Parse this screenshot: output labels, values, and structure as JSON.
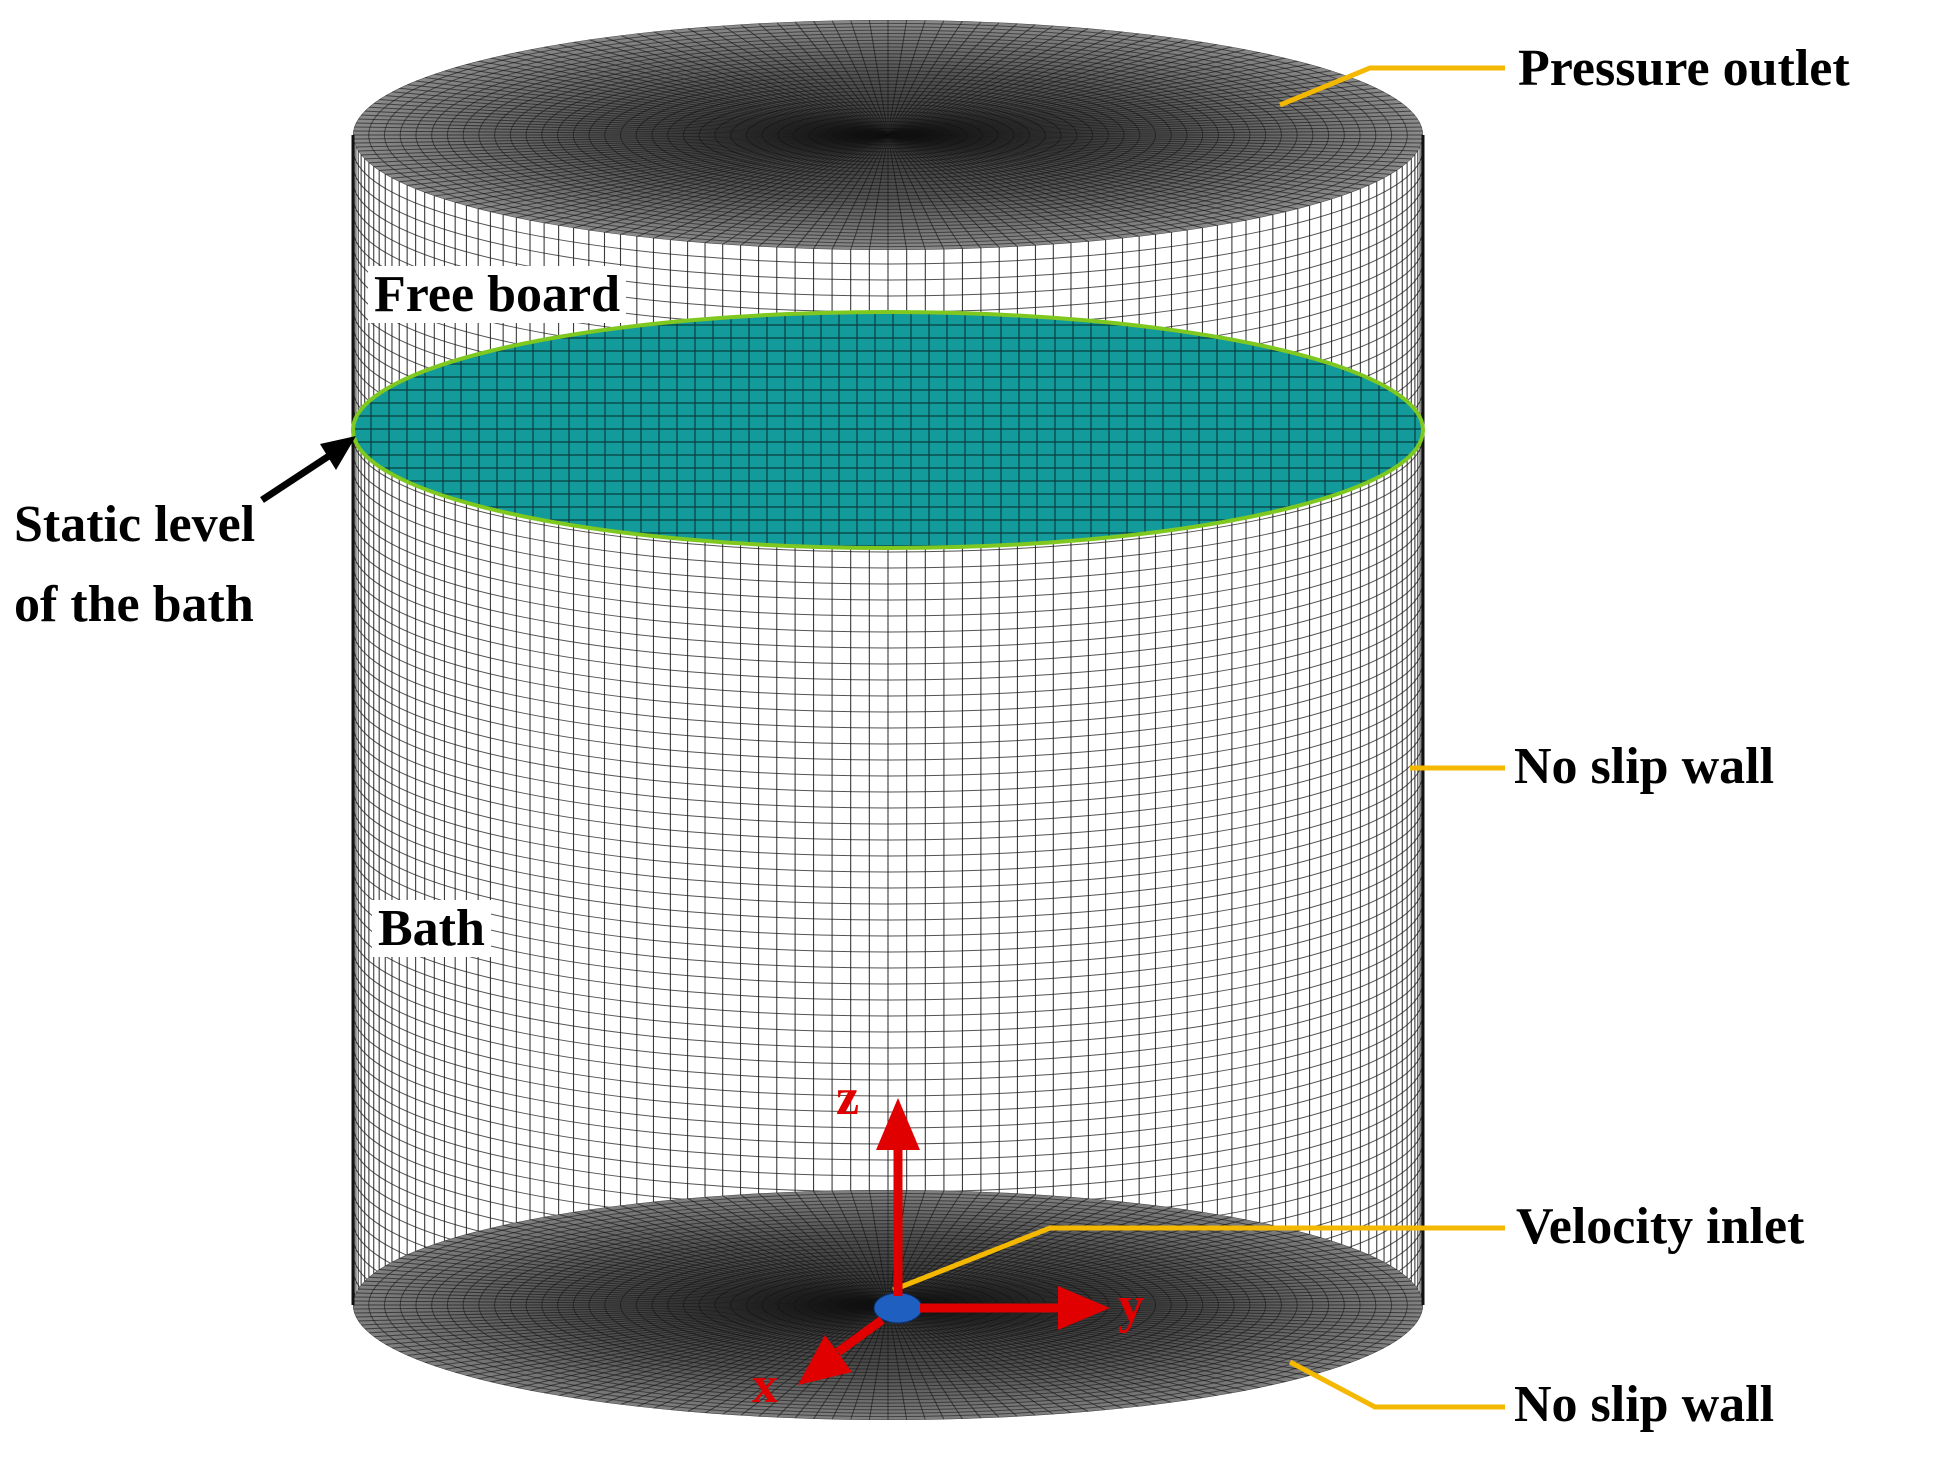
{
  "labels": {
    "pressure_outlet": "Pressure outlet",
    "free_board": "Free board",
    "static_level_line1": "Static level",
    "static_level_line2": "of the bath",
    "no_slip_wall_side": "No slip wall",
    "bath": "Bath",
    "velocity_inlet": "Velocity inlet",
    "no_slip_wall_bottom": "No slip wall"
  },
  "axes": {
    "z": "z",
    "y": "y",
    "x": "x"
  },
  "colors": {
    "leader_line": "#f5b800",
    "axis_arrow": "#e00000",
    "bath_surface": "#139a9a",
    "bath_surface_edge": "#7ec820",
    "mesh_line": "#1a1a1a",
    "mesh_dense": "#2b2b2b",
    "inlet": "#1f5fbf",
    "pointer_arrow": "#000000"
  }
}
